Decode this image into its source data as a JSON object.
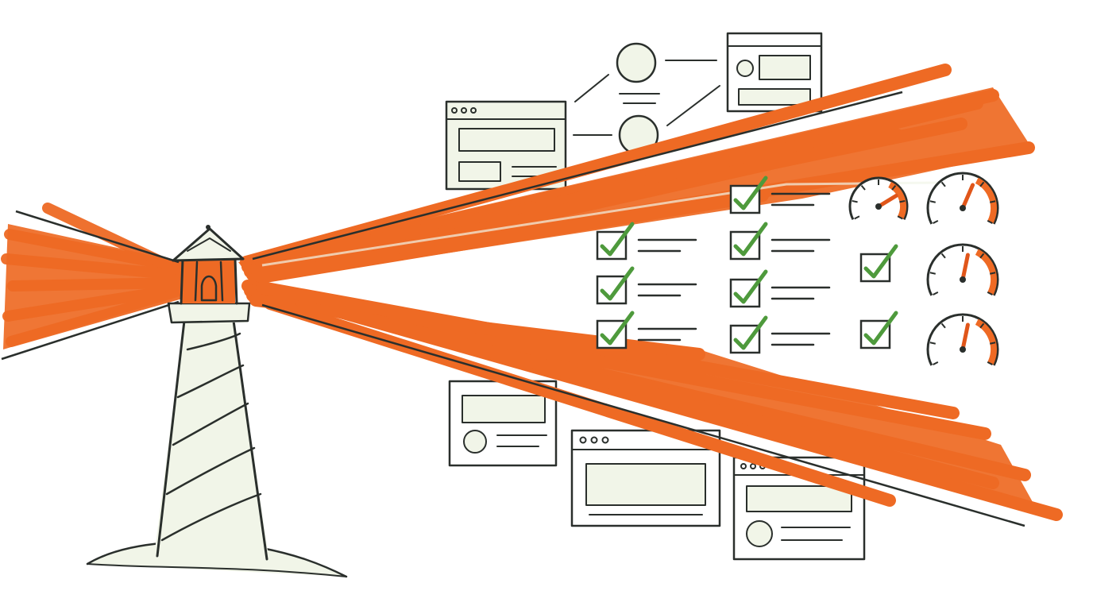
{
  "illustration": {
    "subject": "lighthouse-beam-scanning-web-pages",
    "colors": {
      "beam": "#ee6a24",
      "beam_dark": "#e0561a",
      "ink": "#2a2f2c",
      "paper_fill": "#f1f5e8",
      "check_green": "#4e9a3c",
      "white": "#ffffff"
    },
    "icons": [
      "lighthouse-icon",
      "browser-window-icon",
      "profile-card-icon",
      "checkbox-checked-icon",
      "gauge-icon"
    ],
    "checklist_columns": [
      {
        "checked": [
          true,
          true,
          true
        ]
      },
      {
        "checked": [
          true,
          true,
          true,
          true
        ]
      },
      {
        "checked": [
          true,
          true
        ]
      }
    ],
    "gauges": [
      {
        "level": 0.75
      },
      {
        "level": 0.6
      },
      {
        "level": 0.55
      },
      {
        "level": 0.55
      }
    ]
  }
}
